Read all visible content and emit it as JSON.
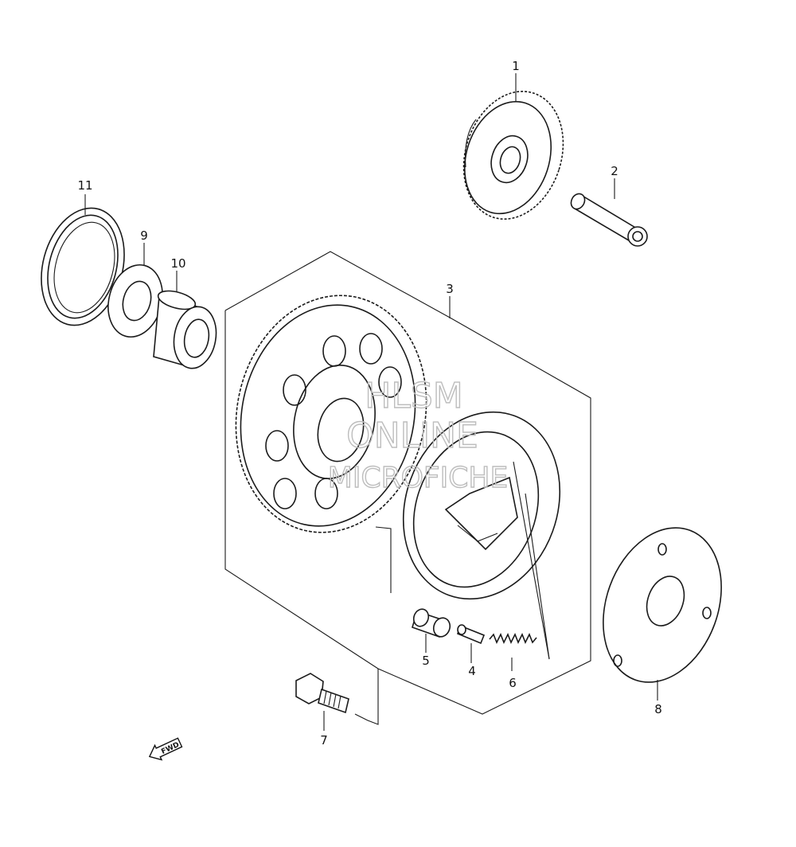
{
  "callouts": {
    "c1": "1",
    "c2": "2",
    "c3": "3",
    "c4": "4",
    "c5": "5",
    "c6": "6",
    "c7": "7",
    "c8": "8",
    "c9": "9",
    "c10": "10",
    "c11": "11"
  },
  "direction_marker": "FWD",
  "watermark": {
    "line1": "HLSM",
    "line2": "ONLINE",
    "line3": "MICROFICHE"
  }
}
